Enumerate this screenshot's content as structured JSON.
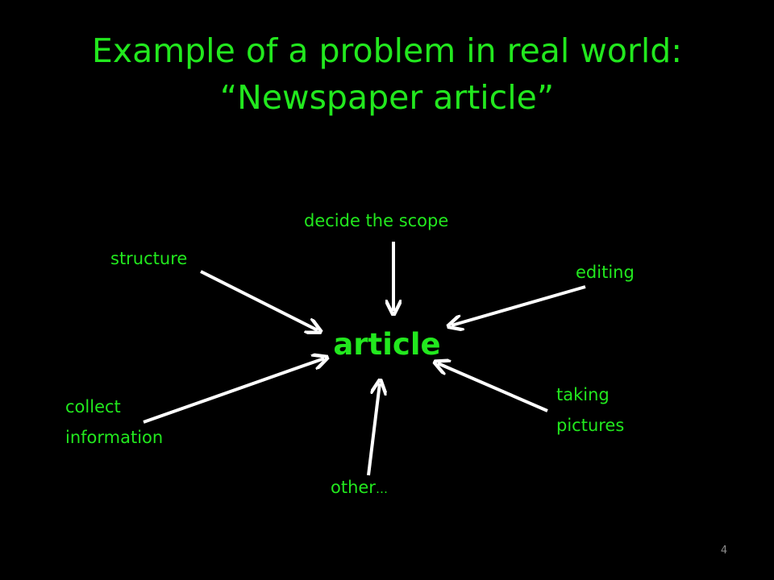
{
  "slide": {
    "title_line1": "Example of a problem in real world:",
    "title_line2": "“Newspaper article”",
    "center": "article",
    "labels": {
      "decide_scope": "decide the scope",
      "structure": "structure",
      "editing": "editing",
      "collect_line1": "collect",
      "collect_line2": "information",
      "taking_line1": "taking",
      "taking_line2": "pictures",
      "other": "other",
      "other_ellipsis": "…"
    },
    "page_number": "4"
  },
  "colors": {
    "background": "#000000",
    "text_green": "#22e81e",
    "arrow": "#ffffff",
    "page_number": "#8c8c8c"
  }
}
